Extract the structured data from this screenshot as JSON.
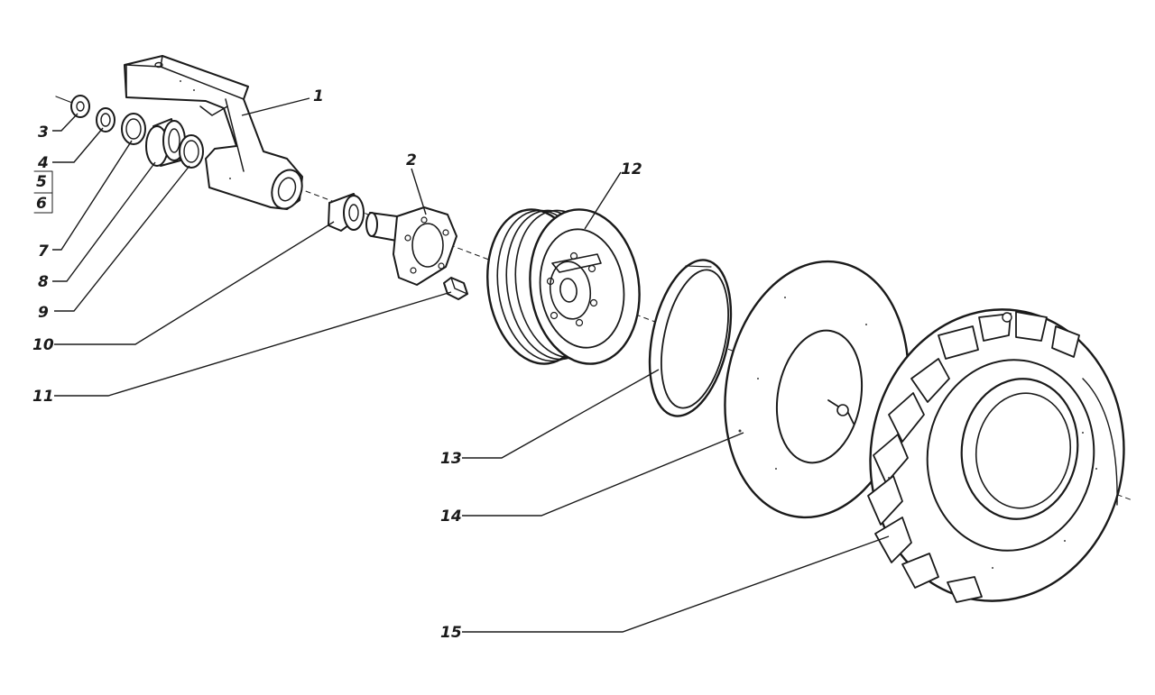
{
  "diagram": {
    "labels": {
      "l1": "1",
      "l2": "2",
      "l3": "3",
      "l4": "4",
      "l5": "5",
      "l6": "6",
      "l7": "7",
      "l8": "8",
      "l9": "9",
      "l10": "10",
      "l11": "11",
      "l12": "12",
      "l13": "13",
      "l14": "14",
      "l15": "15"
    },
    "colors": {
      "ink": "#1a1a1a",
      "paper": "#ffffff"
    }
  }
}
